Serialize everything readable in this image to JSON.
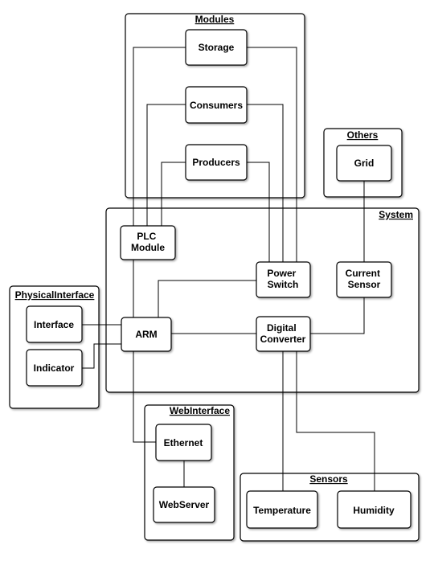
{
  "groups": {
    "modules": "Modules",
    "others": "Others",
    "system": "System",
    "physical_interface": "PhysicalInterface",
    "web_interface": "WebInterface",
    "sensors": "Sensors"
  },
  "nodes": {
    "storage": "Storage",
    "consumers": "Consumers",
    "producers": "Producers",
    "grid": "Grid",
    "plc_module": [
      "PLC",
      "Module"
    ],
    "power_switch": [
      "Power",
      "Switch"
    ],
    "current_sensor": [
      "Current",
      "Sensor"
    ],
    "arm": "ARM",
    "digital_converter": [
      "Digital",
      "Converter"
    ],
    "interface": "Interface",
    "indicator": "Indicator",
    "ethernet": "Ethernet",
    "webserver": "WebServer",
    "temperature": "Temperature",
    "humidity": "Humidity"
  }
}
